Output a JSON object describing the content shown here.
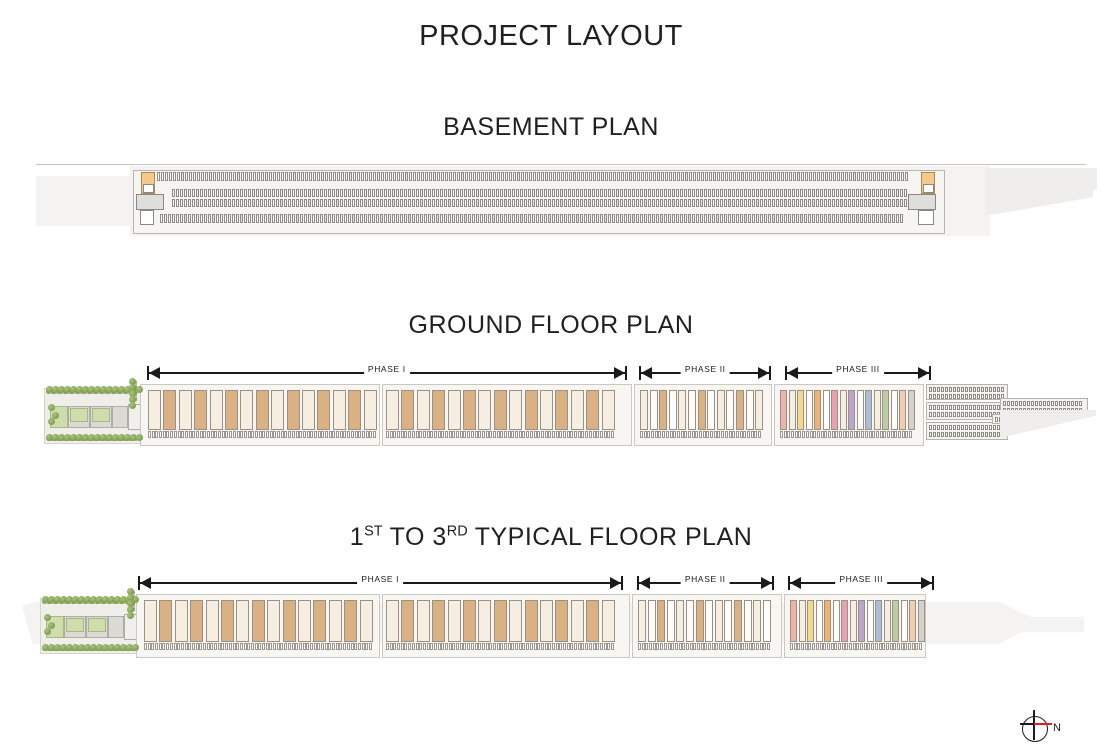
{
  "sheet": {
    "main_title": "PROJECT LAYOUT",
    "background_color": "#ffffff",
    "ink_color": "#231f20"
  },
  "plans": [
    {
      "id": "basement",
      "title": "BASEMENT PLAN",
      "description": "Full-width basement parking level with long rows of car parking stalls, two ramps at the east and west ends, service cores and a tapering site boundary extending to the right.",
      "dimension_string": []
    },
    {
      "id": "ground",
      "title": "GROUND FLOOR PLAN",
      "description": "Ground floor retail / showroom strip with landscaped entry plaza at the west end and surface car parking at the east end.",
      "dimension_string": [
        {
          "label": "PHASE I",
          "start_pct": 13.3,
          "end_pct": 56.9
        },
        {
          "label": "PHASE II",
          "start_pct": 58.0,
          "end_pct": 70.0
        },
        {
          "label": "PHASE III",
          "start_pct": 71.2,
          "end_pct": 84.5
        }
      ]
    },
    {
      "id": "typical",
      "title_html": "1<sup>ST</sup> TO 3<sup>RD</sup> TYPICAL FLOOR PLAN",
      "title_plain": "1ST TO 3RD TYPICAL FLOOR PLAN",
      "description": "Typical upper floor plan, 1st to 3rd floors, with landscaped podium at the west end and colour-coded tenancy units through Phase II and Phase III.",
      "dimension_string": [
        {
          "label": "PHASE I",
          "start_pct": 12.5,
          "end_pct": 56.5
        },
        {
          "label": "PHASE II",
          "start_pct": 57.8,
          "end_pct": 70.2
        },
        {
          "label": "PHASE III",
          "start_pct": 71.5,
          "end_pct": 84.8
        }
      ]
    }
  ],
  "north_arrow": {
    "label": "N",
    "needle_color": "#e0201b"
  },
  "legend_colors": {
    "unit_tan": "#d9b183",
    "unit_cream": "#f6efe1",
    "unit_pink": "#f0b3a8",
    "unit_yellow": "#f2d98a",
    "unit_purple": "#bda6cd",
    "unit_blue": "#a9bfd8",
    "unit_orange": "#eeb372",
    "ramp": "#f5c98a",
    "landscape_green": "#8aa558",
    "site_grey": "#f2f1ef"
  }
}
